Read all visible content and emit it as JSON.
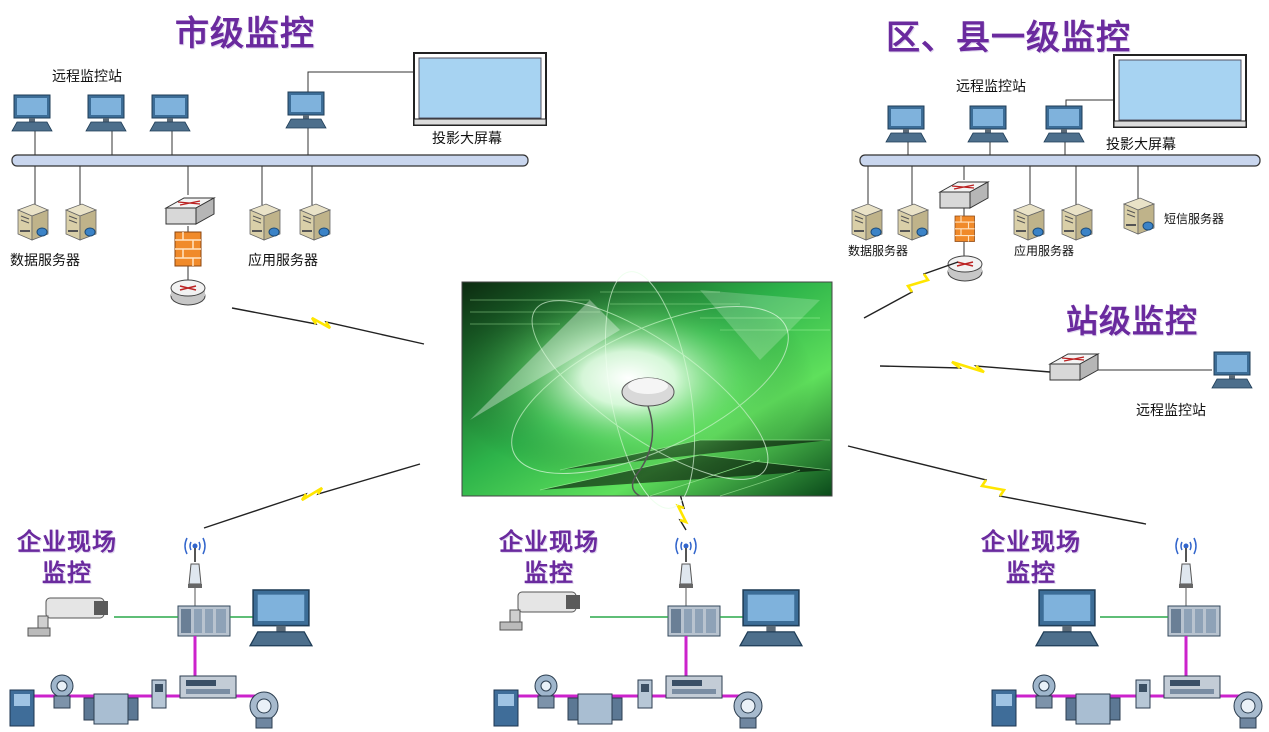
{
  "titles": {
    "city": "市级监控",
    "county": "区、县一级监控",
    "station": "站级监控",
    "site": [
      "企业现场",
      "监控"
    ]
  },
  "labels": {
    "remote_station": "远程监控站",
    "projection_screen": "投影大屏幕",
    "data_server": "数据服务器",
    "app_server": "应用服务器",
    "sms_server": "短信服务器"
  },
  "colors": {
    "title": "#6a2a9e",
    "bus": "#c9d6ee",
    "link": "#ffe600",
    "field_bus": "#cc22cc",
    "ethernet": "#2aa84a"
  },
  "icons": [
    "workstation-icon",
    "monitor-icon",
    "server-icon",
    "router-icon",
    "switch-icon",
    "firewall-icon",
    "antenna-icon",
    "camera-icon",
    "plc-icon",
    "instrument-icon",
    "network-image"
  ]
}
